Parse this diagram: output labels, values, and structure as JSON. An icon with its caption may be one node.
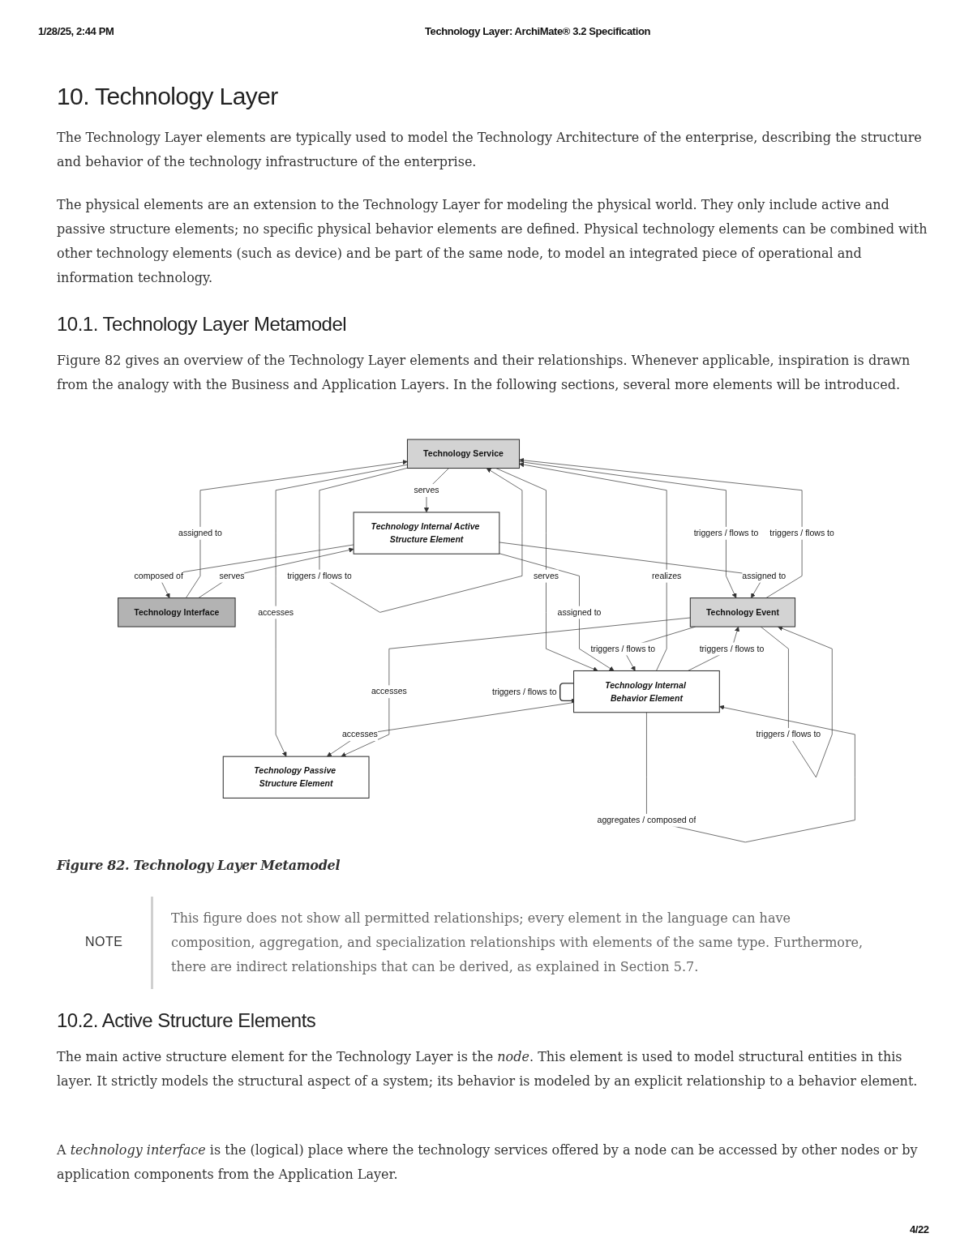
{
  "diagram": {
    "nodes": [
      {
        "text": [
          "Technology Service"
        ]
      },
      {
        "text": [
          "Technology Interface"
        ]
      },
      {
        "text": [
          "Technology Passive Structure Element"
        ]
      },
      {
        "text": [
          "Technology Internal Behavior Element"
        ]
      },
      {
        "text": [
          "Technology Internal Active Structure Element"
        ]
      },
      {
        "text": [
          "Technology Event"
        ]
      }
    ],
    "edges": [
      {
        "from": 0,
        "to": 0,
        "arrow": "to",
        "label": "triggers / flows to"
      },
      {
        "from": 1,
        "to": 0,
        "arrow": "to",
        "label": "assigned to"
      },
      {
        "from": 0,
        "to": 5,
        "arrow": "to",
        "label": "triggers / flows to"
      },
      {
        "from": 5,
        "to": 0,
        "arrow": "to",
        "label": "triggers / flows to"
      },
      {
        "from": 0,
        "to": 2,
        "arrow": "to",
        "label": "accesses"
      },
      {
        "from": 3,
        "to": 0,
        "arrow": "to",
        "label": "realizes"
      },
      {
        "from": 0,
        "to": 3,
        "arrow": "to",
        "label": "serves"
      },
      {
        "from": 0,
        "to": 4,
        "arrow": "to",
        "label": "serves"
      },
      {
        "from": 4,
        "to": 1,
        "arrow": "to",
        "label": "composed of"
      },
      {
        "from": 1,
        "to": 4,
        "arrow": "to",
        "label": "serves"
      },
      {
        "from": 3,
        "to": 3,
        "arrow": "to",
        "label": "aggregates / composed of"
      },
      {
        "from": 3,
        "to": 2,
        "arrow": "to",
        "label": "accesses"
      },
      {
        "from": 3,
        "to": 3,
        "arrow": "to",
        "label": "triggers / flows to"
      },
      {
        "from": 4,
        "to": 3,
        "arrow": "to",
        "label": "assigned to"
      },
      {
        "from": 5,
        "to": 3,
        "arrow": "to",
        "label": "triggers / flows to"
      },
      {
        "from": 3,
        "to": 5,
        "arrow": "to",
        "label": "triggers / flows to"
      },
      {
        "from": 5,
        "to": 2,
        "arrow": "to",
        "label": "accesses"
      },
      {
        "from": 4,
        "to": 5,
        "arrow": "to",
        "label": "assigned to"
      },
      {
        "from": 5,
        "to": 5,
        "arrow": "to",
        "label": "triggers / flows to"
      }
    ],
    "caption": "Figure 82. Technology Layer Metamodel",
    "labels": [
      "1/28/25, 2:44 PM",
      "Technology Layer: ArchiMate® 3.2 Specification",
      "10. Technology Layer",
      "The Technology Layer elements are typically used to model the Technology Architecture of the enterprise, describing the structure and behavior of the technology infrastructure of the enterprise.",
      "The physical elements are an extension to the Technology Layer for modeling the physical world. They only include active and passive structure elements; no specific physical behavior elements are defined. Physical technology elements can be combined with other technology elements (such as device) and be part of the same node, to model an integrated piece of operational and information technology.",
      "10.1. Technology Layer Metamodel",
      "Figure 82 gives an overview of the Technology Layer elements and their relationships. Whenever applicable, inspiration is drawn from the analogy with the Business and Application Layers. In the following sections, several more elements will be introduced.",
      "NOTE",
      "This figure does not show all permitted relationships; every element in the language can have composition, aggregation, and specialization relationships with elements of the same type. Furthermore, there are indirect relationships that can be derived, as explained in Section 5.7.",
      "10.2. Active Structure Elements",
      "The main active structure element for the Technology Layer is the *node*. This element is used to model structural entities in this layer. It strictly models the structural aspect of a system; its behavior is modeled by an explicit relationship to a behavior element.",
      "A *technology interface* is the (logical) place where the technology services offered by a node can be accessed by other nodes or by application components from the Application Layer.",
      "4/22"
    ]
  }
}
